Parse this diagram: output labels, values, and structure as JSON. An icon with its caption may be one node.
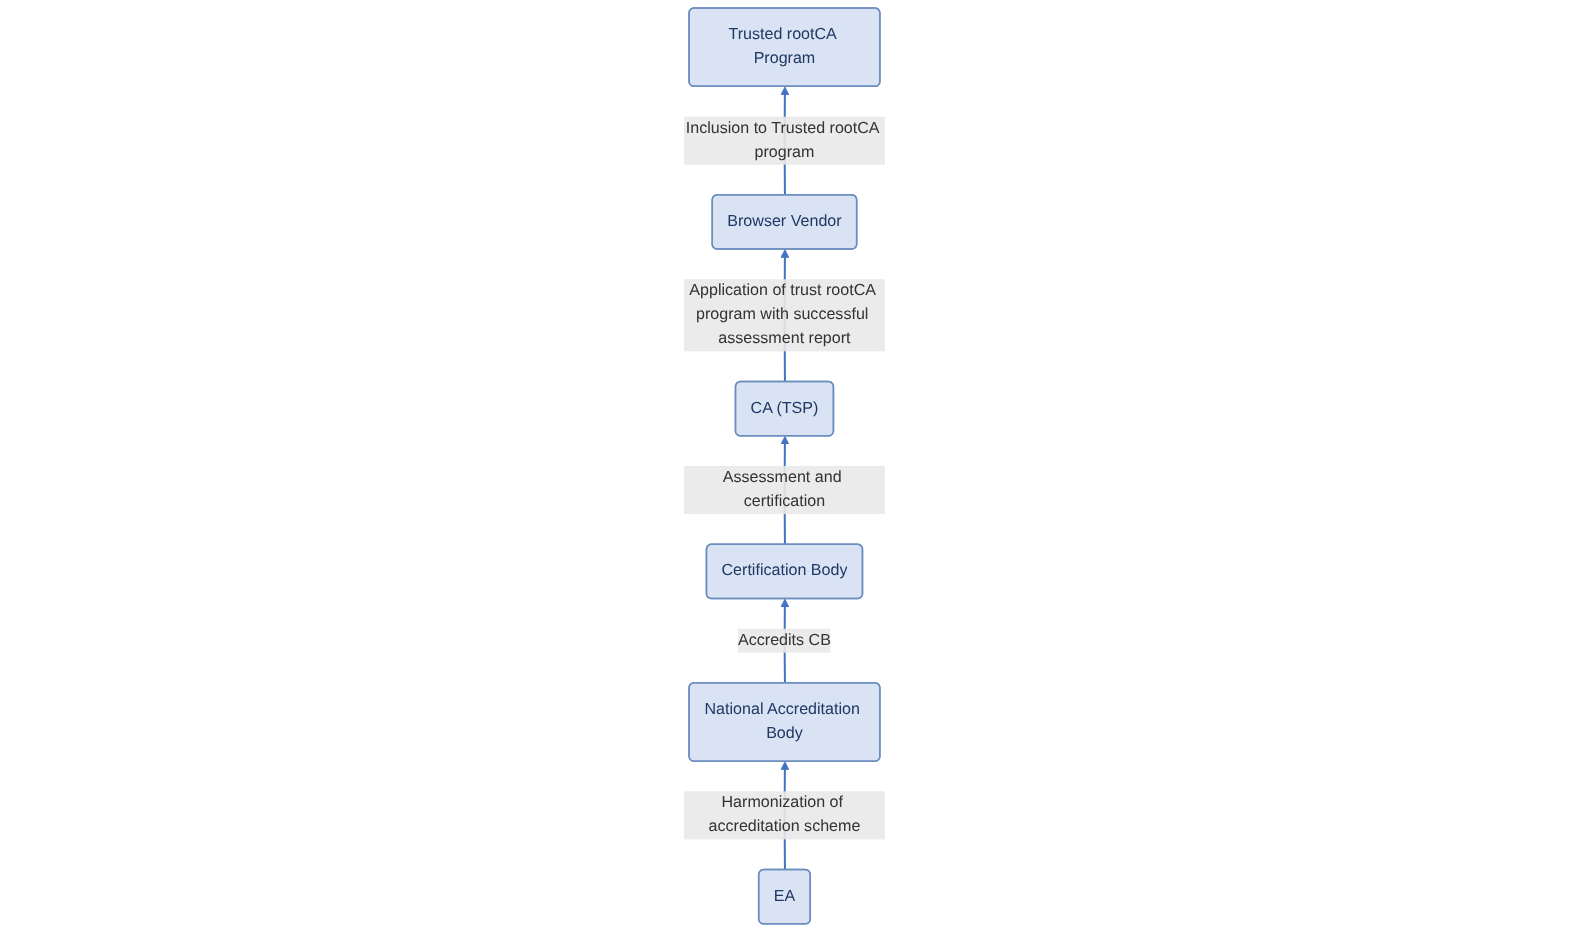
{
  "diagram": {
    "nodes": [
      {
        "text": [
          "Trusted rootCA Program"
        ]
      },
      {
        "text": [
          "Browser Vendor"
        ]
      },
      {
        "text": [
          "EA"
        ]
      },
      {
        "text": [
          "National Accreditation Body"
        ]
      },
      {
        "text": [
          "Certification Body"
        ]
      },
      {
        "text": [
          "CA (TSP)"
        ]
      }
    ],
    "edges": [
      {
        "from": 1,
        "to": 0,
        "arrow": "to",
        "label": "Inclusion to Trusted rootCA program"
      },
      {
        "from": 5,
        "to": 1,
        "arrow": "to",
        "label": "Application of trust rootCA program with successful assessment report"
      },
      {
        "from": 2,
        "to": 3,
        "arrow": "to",
        "label": "Harmonization of accreditation scheme"
      },
      {
        "from": 3,
        "to": 4,
        "arrow": "to",
        "label": "Accredits CB"
      },
      {
        "from": 4,
        "to": 5,
        "arrow": "to",
        "label": "Assessment and certification"
      }
    ]
  }
}
